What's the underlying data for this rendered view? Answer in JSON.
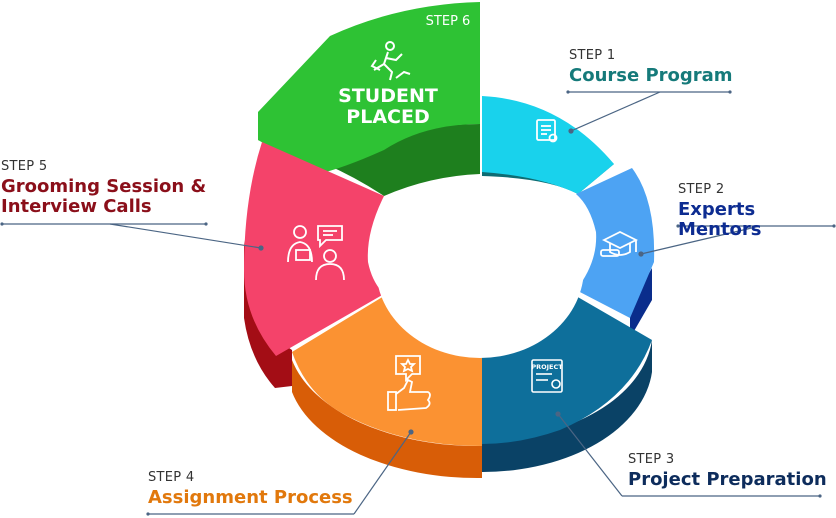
{
  "steps": [
    {
      "step": "STEP 1",
      "title": "Course Program",
      "color": "#157a7a",
      "icon": "certificate-icon"
    },
    {
      "step": "STEP 2",
      "title": "Experts Mentors",
      "color": "#0d2c91",
      "icon": "graduation-cap-icon"
    },
    {
      "step": "STEP 3",
      "title": "Project Preparation",
      "color": "#0d2c5c",
      "icon": "project-document-icon",
      "icon_text": "PROJECT"
    },
    {
      "step": "STEP 4",
      "title": "Assignment Process",
      "color": "#e1780c",
      "icon": "thumbs-up-star-icon"
    },
    {
      "step": "STEP 5",
      "title_line1": "Grooming Session &",
      "title_line2": "Interview Calls",
      "color": "#8b0f1a",
      "icon": "interview-icon"
    },
    {
      "step": "STEP 6",
      "title_line1": "STUDENT",
      "title_line2": "PLACED",
      "color": "#ffffff",
      "icon": "running-achiever-icon"
    }
  ],
  "segment_colors": {
    "step1": "#19d2ec",
    "step2": "#4da3f3",
    "step3": "#0e6f9b",
    "step4": "#fb9232",
    "step5": "#f4436a",
    "step6": "#2ec234",
    "step1_side": "#0e6c73",
    "step2_side": "#0a2d8c",
    "step3_side": "#0a4266",
    "step4_side": "#d85d07",
    "step5_side": "#a30d15",
    "step6_side": "#1e7f1e"
  }
}
